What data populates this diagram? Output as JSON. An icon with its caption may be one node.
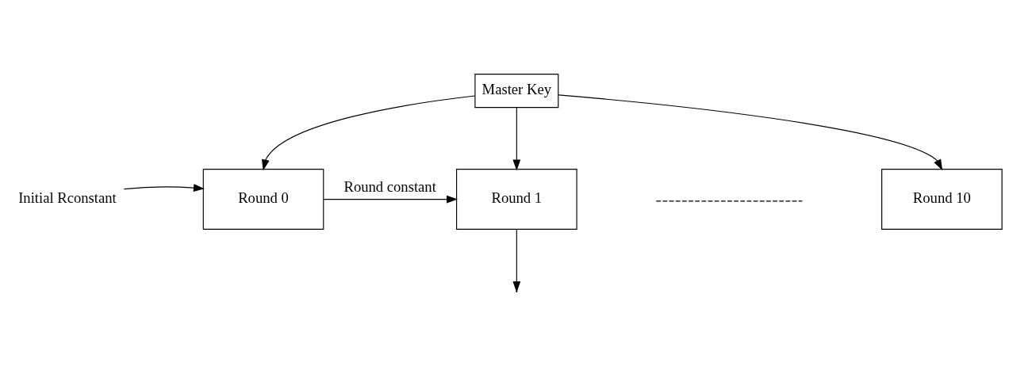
{
  "diagram": {
    "nodes": [
      {
        "text": [
          "Master Key"
        ]
      },
      {
        "text": [
          "Initial Rconstant"
        ]
      },
      {
        "text": [
          "Round 0"
        ]
      },
      {
        "text": [
          "Round 1"
        ]
      },
      {
        "text": [],
        "shape": "line"
      },
      {
        "text": [
          "Round 10"
        ]
      }
    ],
    "edges": [
      {
        "from": 0,
        "to": 2,
        "arrow": "to"
      },
      {
        "from": 0,
        "to": 3,
        "arrow": "to"
      },
      {
        "from": 0,
        "to": 5,
        "arrow": "to"
      },
      {
        "from": 1,
        "to": 2,
        "arrow": "to"
      },
      {
        "from": 2,
        "to": 3,
        "arrow": "to",
        "label": "Round constant"
      },
      {
        "from": 3,
        "to": null,
        "arrow": "to"
      }
    ]
  }
}
